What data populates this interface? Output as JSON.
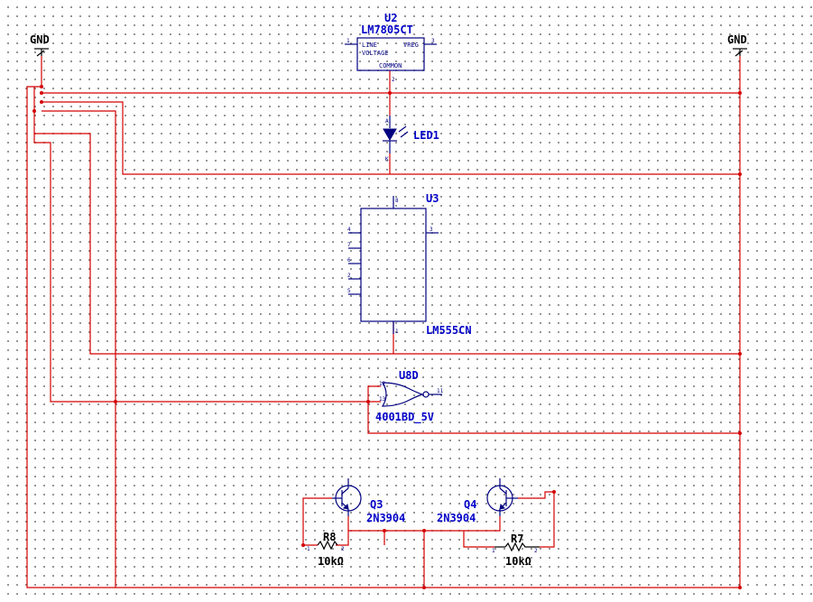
{
  "gnd": {
    "left_label": "GND",
    "right_label": "GND"
  },
  "u2": {
    "ref": "U2",
    "part": "LM7805CT",
    "pin_in": "1",
    "pin_out": "3",
    "pin_common": "2",
    "name_line": "LINE",
    "name_voltage": "VOLTAGE",
    "name_vreg": "VREG",
    "name_common": "COMMON"
  },
  "led1": {
    "ref": "LED1",
    "pin_a": "A",
    "pin_k": "K"
  },
  "u3": {
    "ref": "U3",
    "part": "LM555CN",
    "pin_top": "8",
    "pin_bottom": "1",
    "pin_out": "3",
    "left_pins": [
      "4",
      "7",
      "6",
      "2",
      "5"
    ]
  },
  "u8d": {
    "ref": "U8D",
    "part": "4001BD_5V",
    "pin_in1": "12",
    "pin_in2": "13",
    "pin_out": "11"
  },
  "q3": {
    "ref": "Q3",
    "part": "2N3904"
  },
  "q4": {
    "ref": "Q4",
    "part": "2N3904"
  },
  "r8": {
    "ref": "R8",
    "value": "10kΩ",
    "pin1": "1",
    "pin2": "2"
  },
  "r7": {
    "ref": "R7",
    "value": "10kΩ",
    "pin1": "1",
    "pin2": "2"
  },
  "colors": {
    "wire": "#d40000",
    "symbol": "#000080",
    "label": "#0000c8",
    "grid_dot": "#7a7a7a"
  }
}
